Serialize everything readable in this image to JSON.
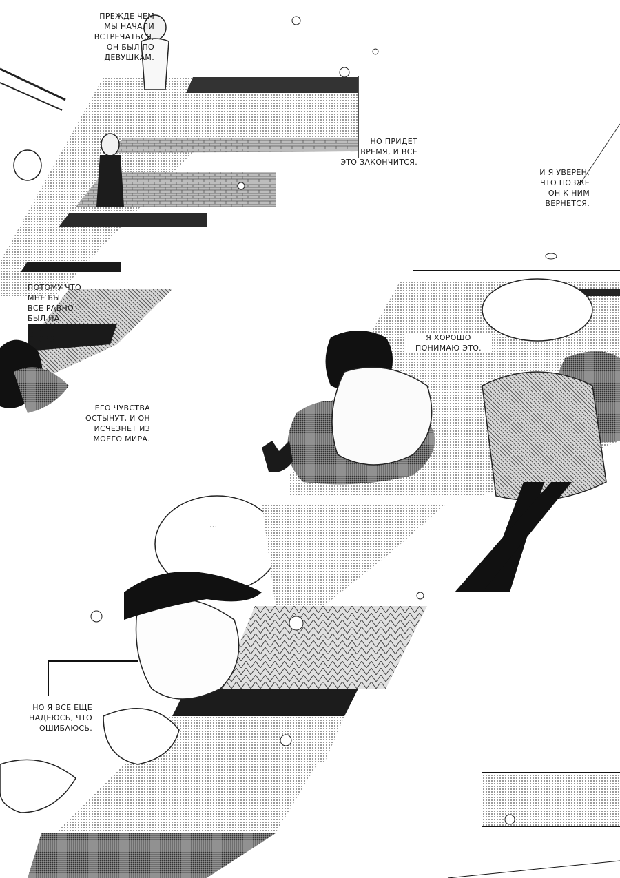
{
  "captions": {
    "c1": "ПРЕЖДЕ ЧЕМ\nМЫ НАЧАЛИ\nВСТРЕЧАТЬСЯ,\nОН БЫЛ ПО\nДЕВУШКАМ.",
    "c2": "НО ПРИДЕТ\nВРЕМЯ, И ВСЕ\nЭТО ЗАКОНЧИТСЯ.",
    "c3": "И Я УВЕРЕН,\nЧТО ПОЗЖЕ\nОН К НИМ\nВЕРНЕТСЯ.",
    "c4": "ПОТОМУ ЧТО\nМНЕ БЫ\nВСЕ РАВНО\nБЫЛ НА ДРУГОЙ\nСТОРОНЕ.",
    "c5": "Я ХОРОШО\nПОНИМАЮ ЭТО.",
    "c6": "ЕГО ЧУВСТВА\nОСТЫНУТ, И ОН\nИСЧЕЗНЕТ ИЗ\nМОЕГО МИРА.",
    "c7": "...",
    "c8": "НО Я ВСЕ ЕЩЕ\nНАДЕЮСЬ, ЧТО\nОШИБАЮСЬ."
  },
  "colors": {
    "ink": "#111111",
    "paper": "#ffffff",
    "screentone": "#8a8a8a"
  }
}
